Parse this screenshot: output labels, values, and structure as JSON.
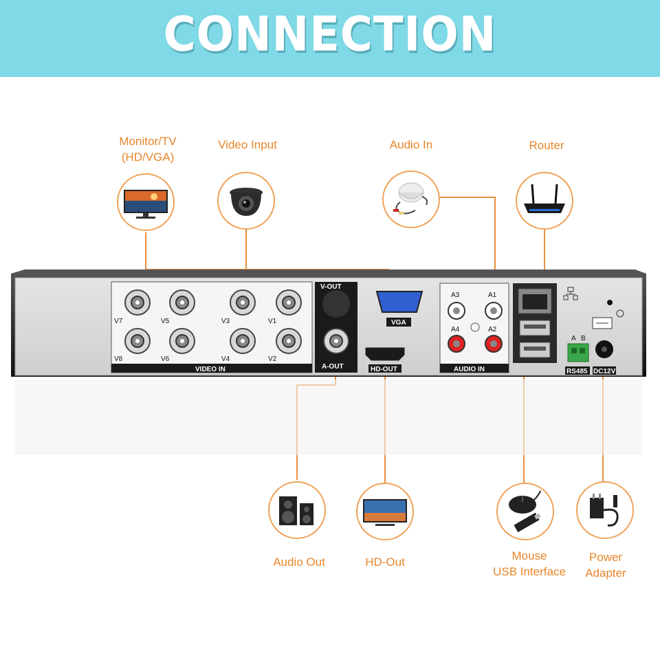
{
  "banner": {
    "title": "CONNECTION"
  },
  "labels": {
    "monitor_tv_line1": "Monitor/TV",
    "monitor_tv_line2": "(HD/VGA)",
    "video_input": "Video Input",
    "audio_in": "Audio In",
    "router": "Router",
    "audio_out": "Audio Out",
    "hd_out": "HD-Out",
    "mouse_line1": "Mouse",
    "mouse_line2": "USB Interface",
    "power_line1": "Power",
    "power_line2": "Adapter"
  },
  "panel": {
    "video_in": "VIDEO IN",
    "video_ports": [
      "V7",
      "V5",
      "V3",
      "V1",
      "V8",
      "V6",
      "V4",
      "V2"
    ],
    "v_out": "V-OUT",
    "a_out": "A-OUT",
    "vga": "VGA",
    "hd_out": "HD-OUT",
    "audio_in": "AUDIO IN",
    "audio_ports": [
      "A3",
      "A1",
      "A4",
      "A2"
    ],
    "rs485": "RS485",
    "rs485_pins": [
      "A",
      "B"
    ],
    "dc12v": "DC12V"
  },
  "colors": {
    "accent": "#e8852a",
    "banner": "#7fd9e6",
    "line": "#e89040"
  },
  "icons": [
    "monitor-icon",
    "dome-camera-icon",
    "microphone-icon",
    "router-icon",
    "speaker-icon",
    "tv-icon",
    "mouse-usb-icon",
    "power-adapter-icon"
  ]
}
